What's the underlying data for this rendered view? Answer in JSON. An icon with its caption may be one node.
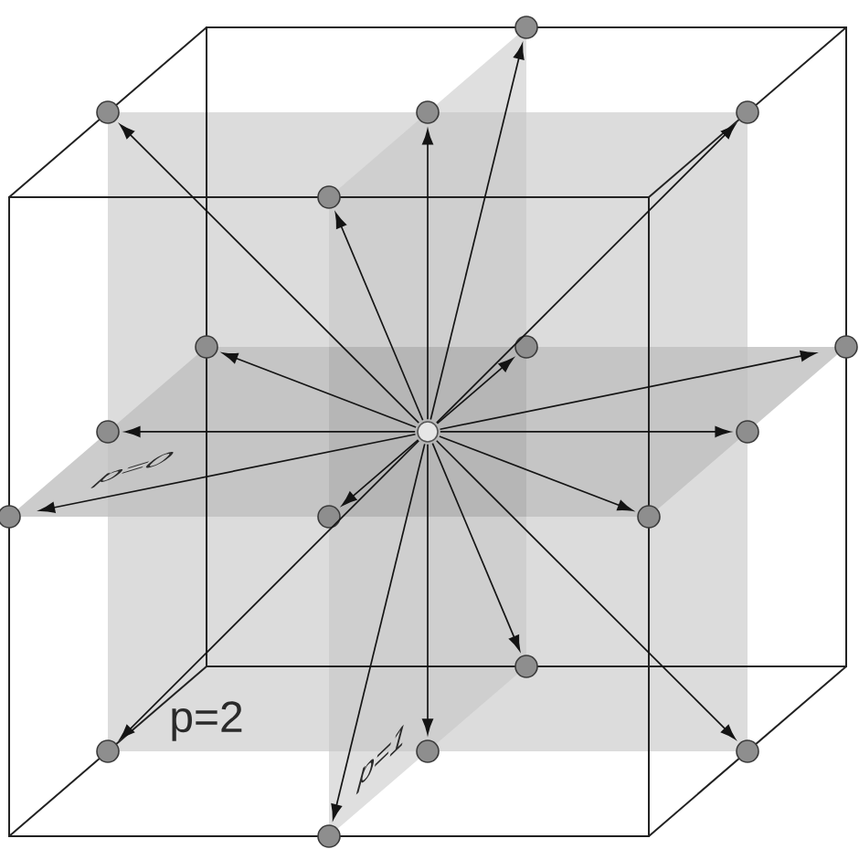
{
  "diagram": {
    "nodes": [
      {
        "text": [],
        "shape": "circle"
      },
      {
        "text": [],
        "shape": "circle"
      },
      {
        "text": [],
        "shape": "circle"
      },
      {
        "text": [],
        "shape": "circle"
      },
      {
        "text": [],
        "shape": "circle"
      },
      {
        "text": [],
        "shape": "circle"
      },
      {
        "text": [],
        "shape": "circle"
      },
      {
        "text": [],
        "shape": "circle"
      },
      {
        "text": [],
        "shape": "circle"
      },
      {
        "text": [],
        "shape": "circle"
      },
      {
        "text": [],
        "shape": "circle"
      },
      {
        "text": [],
        "shape": "circle"
      },
      {
        "text": [],
        "shape": "circle"
      },
      {
        "text": [],
        "shape": "circle"
      },
      {
        "text": [],
        "shape": "circle"
      },
      {
        "text": [],
        "shape": "circle"
      },
      {
        "text": [],
        "shape": "circle"
      },
      {
        "text": [],
        "shape": "circle"
      },
      {
        "text": [],
        "shape": "circle"
      }
    ],
    "edges": [
      {
        "from": 9,
        "to": 0,
        "arrow": "to"
      },
      {
        "from": 9,
        "to": 1,
        "arrow": "to"
      },
      {
        "from": 9,
        "to": 2,
        "arrow": "to"
      },
      {
        "from": 9,
        "to": 3,
        "arrow": "to"
      },
      {
        "from": 9,
        "to": 4,
        "arrow": "to"
      },
      {
        "from": 9,
        "to": 5,
        "arrow": "to"
      },
      {
        "from": 9,
        "to": 6,
        "arrow": "to"
      },
      {
        "from": 9,
        "to": 7,
        "arrow": "to"
      },
      {
        "from": 9,
        "to": 8,
        "arrow": "to"
      },
      {
        "from": 9,
        "to": 10,
        "arrow": "to"
      },
      {
        "from": 9,
        "to": 11,
        "arrow": "to"
      },
      {
        "from": 9,
        "to": 12,
        "arrow": "to"
      },
      {
        "from": 9,
        "to": 13,
        "arrow": "to"
      },
      {
        "from": 9,
        "to": 14,
        "arrow": "to"
      },
      {
        "from": 9,
        "to": 15,
        "arrow": "to"
      },
      {
        "from": 9,
        "to": 16,
        "arrow": "to"
      },
      {
        "from": 9,
        "to": 17,
        "arrow": "to"
      },
      {
        "from": 9,
        "to": 18,
        "arrow": "to"
      }
    ],
    "labels": [
      "p=0",
      "p=2",
      "p=1"
    ]
  }
}
